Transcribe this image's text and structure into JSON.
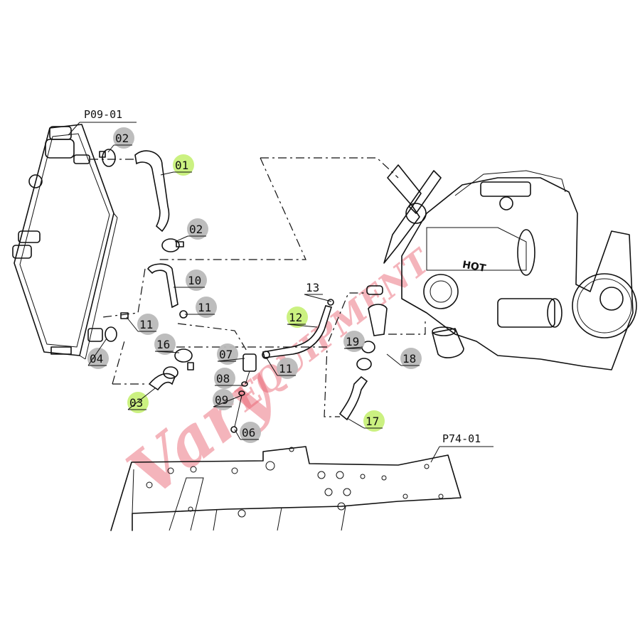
{
  "references": {
    "radiator": "P09-01",
    "frame": "P74-01"
  },
  "callouts": [
    {
      "id": "c01",
      "text": "01",
      "highlight": "green"
    },
    {
      "id": "c02a",
      "text": "02",
      "highlight": "grey"
    },
    {
      "id": "c02b",
      "text": "02",
      "highlight": "grey"
    },
    {
      "id": "c03",
      "text": "03",
      "highlight": "green"
    },
    {
      "id": "c04",
      "text": "04",
      "highlight": "grey"
    },
    {
      "id": "c06",
      "text": "06",
      "highlight": "grey"
    },
    {
      "id": "c07",
      "text": "07",
      "highlight": "grey"
    },
    {
      "id": "c08",
      "text": "08",
      "highlight": "grey"
    },
    {
      "id": "c09",
      "text": "09",
      "highlight": "grey"
    },
    {
      "id": "c10",
      "text": "10",
      "highlight": "grey"
    },
    {
      "id": "c11a",
      "text": "11",
      "highlight": "grey"
    },
    {
      "id": "c11b",
      "text": "11",
      "highlight": "grey"
    },
    {
      "id": "c11c",
      "text": "11",
      "highlight": "grey"
    },
    {
      "id": "c12",
      "text": "12",
      "highlight": "green"
    },
    {
      "id": "c13",
      "text": "13",
      "highlight": "none"
    },
    {
      "id": "c16",
      "text": "16",
      "highlight": "grey"
    },
    {
      "id": "c17",
      "text": "17",
      "highlight": "green"
    },
    {
      "id": "c18",
      "text": "18",
      "highlight": "grey"
    },
    {
      "id": "c19",
      "text": "19",
      "highlight": "grey"
    }
  ],
  "engine_label": "HOT",
  "colors": {
    "highlight_green": "#c8f07a",
    "highlight_grey": "#b9b9b9",
    "watermark": "#e85a6a",
    "line": "#111111"
  }
}
